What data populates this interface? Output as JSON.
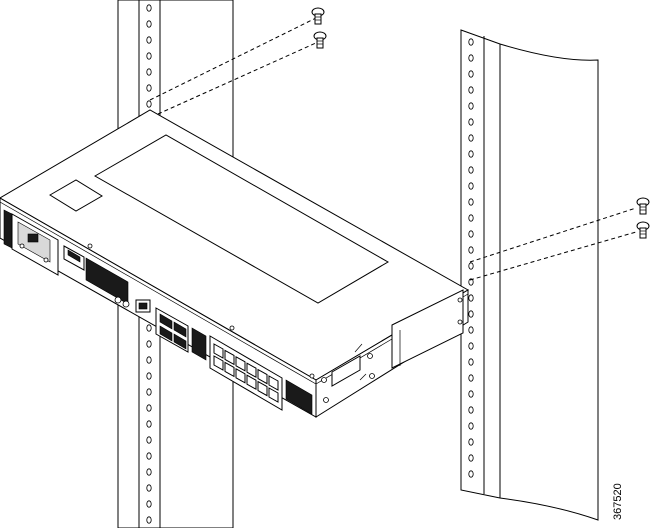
{
  "figure": {
    "id_label": "367520"
  },
  "parts": {
    "left_rail": "rack-rail",
    "right_rail": "rack-rail",
    "device": "router-chassis",
    "screws": [
      "rack-screw",
      "rack-screw",
      "rack-screw",
      "rack-screw"
    ]
  }
}
